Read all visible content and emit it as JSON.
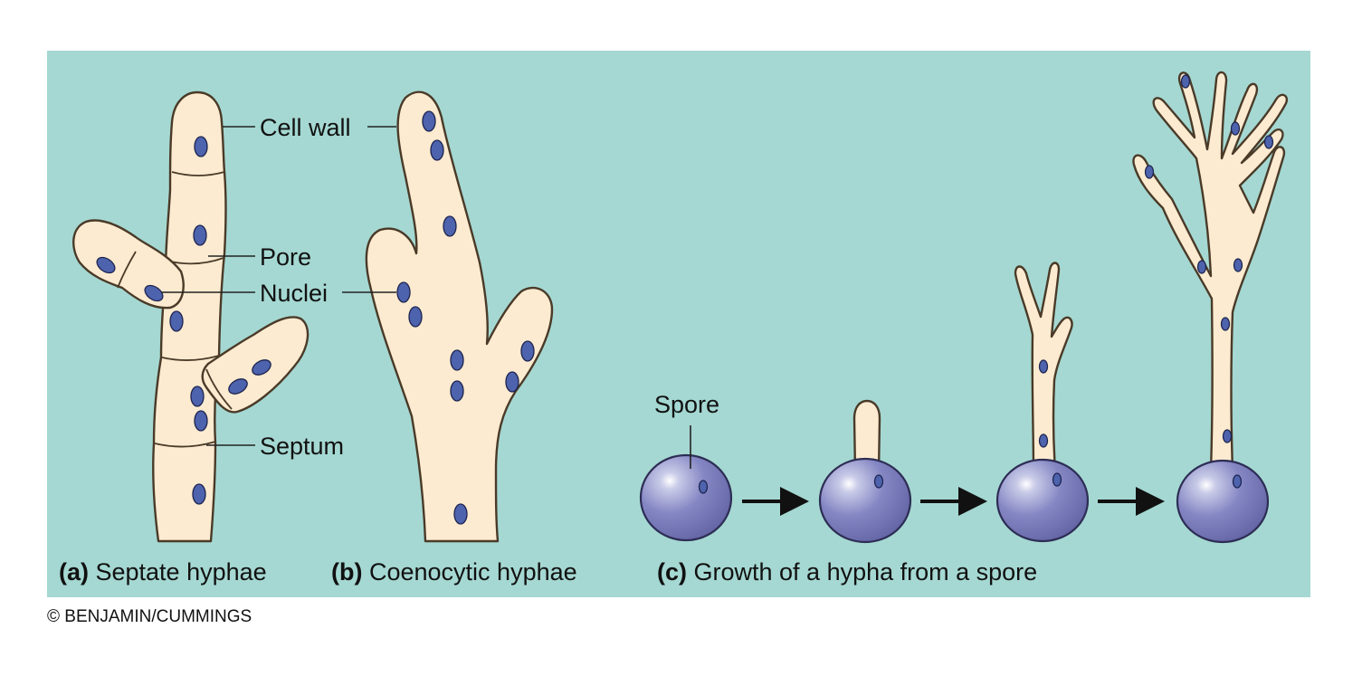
{
  "colors": {
    "background_panel": "#a5d8d2",
    "hypha_fill": "#fcebd0",
    "nucleus": "#4e63ad",
    "spore": "#7d7fbf"
  },
  "labels": {
    "cell_wall": "Cell wall",
    "pore": "Pore",
    "nuclei": "Nuclei",
    "septum": "Septum",
    "spore": "Spore"
  },
  "captions": {
    "a_letter": "(a)",
    "a_text": " Septate hyphae",
    "b_letter": "(b)",
    "b_text": " Coenocytic hyphae",
    "c_letter": "(c)",
    "c_text": " Growth of a hypha from a spore"
  },
  "credit": "© BENJAMIN/CUMMINGS"
}
